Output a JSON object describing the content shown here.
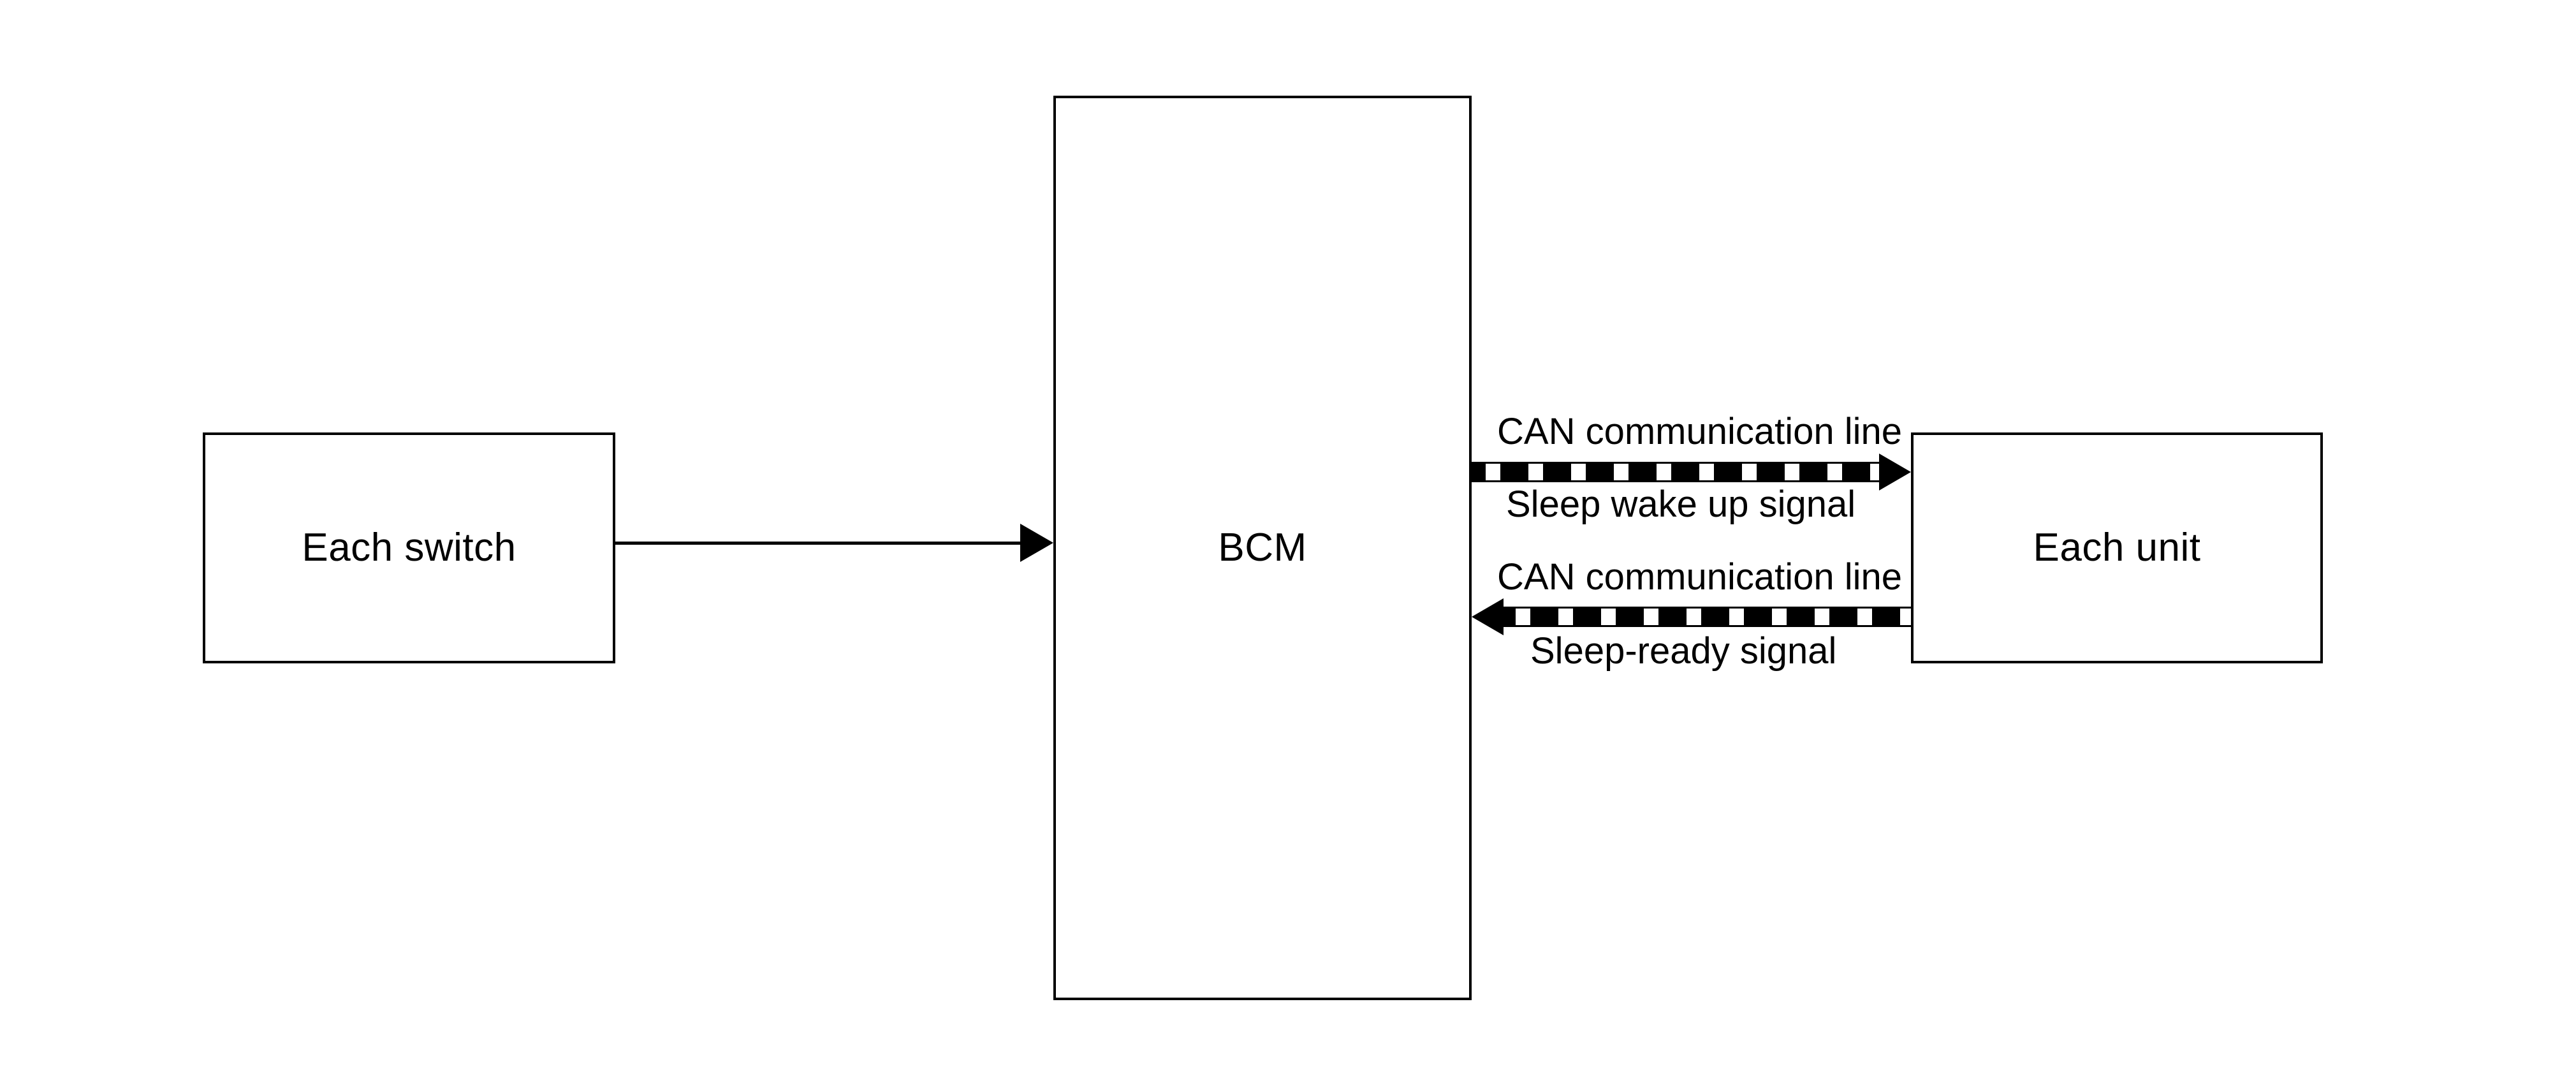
{
  "diagram": {
    "type": "block-diagram",
    "background_color": "#ffffff",
    "stroke_color": "#000000",
    "nodes": [
      {
        "id": "each-switch",
        "label": "Each switch"
      },
      {
        "id": "bcm",
        "label": "BCM"
      },
      {
        "id": "each-unit",
        "label": "Each unit"
      }
    ],
    "edges": [
      {
        "id": "switch-to-bcm",
        "from": "each-switch",
        "to": "bcm",
        "direction": "right",
        "style": "solid-thin",
        "labels": []
      },
      {
        "id": "bcm-to-unit",
        "from": "bcm",
        "to": "each-unit",
        "direction": "right",
        "style": "striped-bus",
        "label_above": "CAN communication line",
        "label_below": "Sleep wake up signal"
      },
      {
        "id": "unit-to-bcm",
        "from": "each-unit",
        "to": "bcm",
        "direction": "left",
        "style": "striped-bus",
        "label_above": "CAN communication line",
        "label_below": "Sleep-ready signal"
      }
    ]
  },
  "nodes": {
    "each_switch": {
      "label": "Each switch"
    },
    "bcm": {
      "label": "BCM"
    },
    "each_unit": {
      "label": "Each unit"
    }
  },
  "labels": {
    "can_line_top": "CAN communication line",
    "sleep_wake_up": "Sleep wake up signal",
    "can_line_bottom": "CAN communication line",
    "sleep_ready": "Sleep-ready signal"
  }
}
